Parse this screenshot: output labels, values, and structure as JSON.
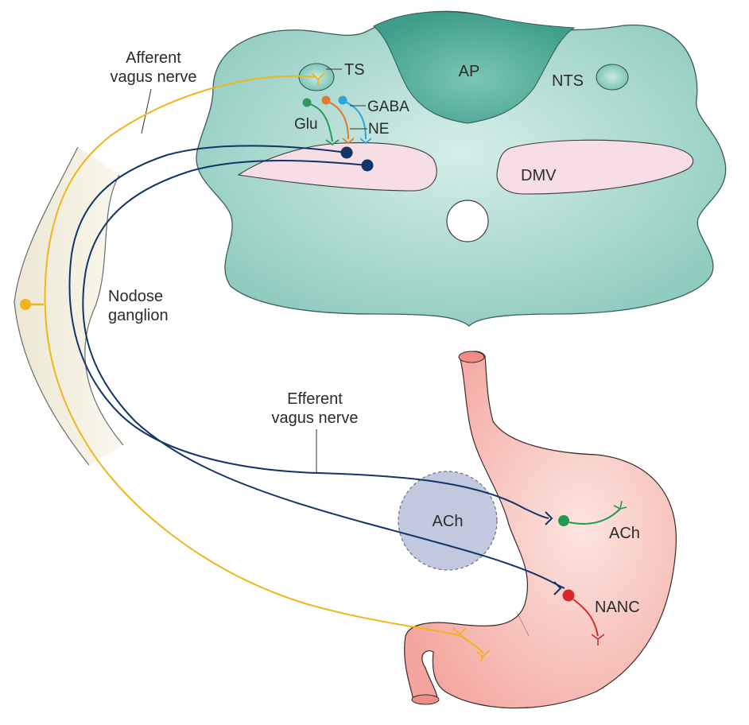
{
  "labels": {
    "afferent_line1": "Afferent",
    "afferent_line2": "vagus nerve",
    "ts": "TS",
    "ap": "AP",
    "nts": "NTS",
    "gaba": "GABA",
    "glu": "Glu",
    "ne": "NE",
    "dmv": "DMV",
    "nodose_line1": "Nodose",
    "nodose_line2": "ganglion",
    "efferent_line1": "Efferent",
    "efferent_line2": "vagus nerve",
    "ach_circle": "ACh",
    "ach_stomach": "ACh",
    "nanc": "NANC"
  },
  "colors": {
    "brainstem_fill": "#a9d8cf",
    "brainstem_stroke": "#2f5a52",
    "ap_fill": "#5fb8a6",
    "dmv_fill": "#f5dbe5",
    "afferent_yellow": "#f0b51b",
    "efferent_navy": "#123466",
    "glu_green": "#2f9a5c",
    "ne_orange": "#e07b2b",
    "gaba_blue": "#2ea4d8",
    "ach_circle_fill": "#c2c8de",
    "stomach_fill": "#f6b3ad",
    "stomach_stroke": "#3a2a28",
    "ach_green": "#1f9a4e",
    "nanc_red": "#d42a2a",
    "ganglion_fill": "#f1eee0"
  }
}
